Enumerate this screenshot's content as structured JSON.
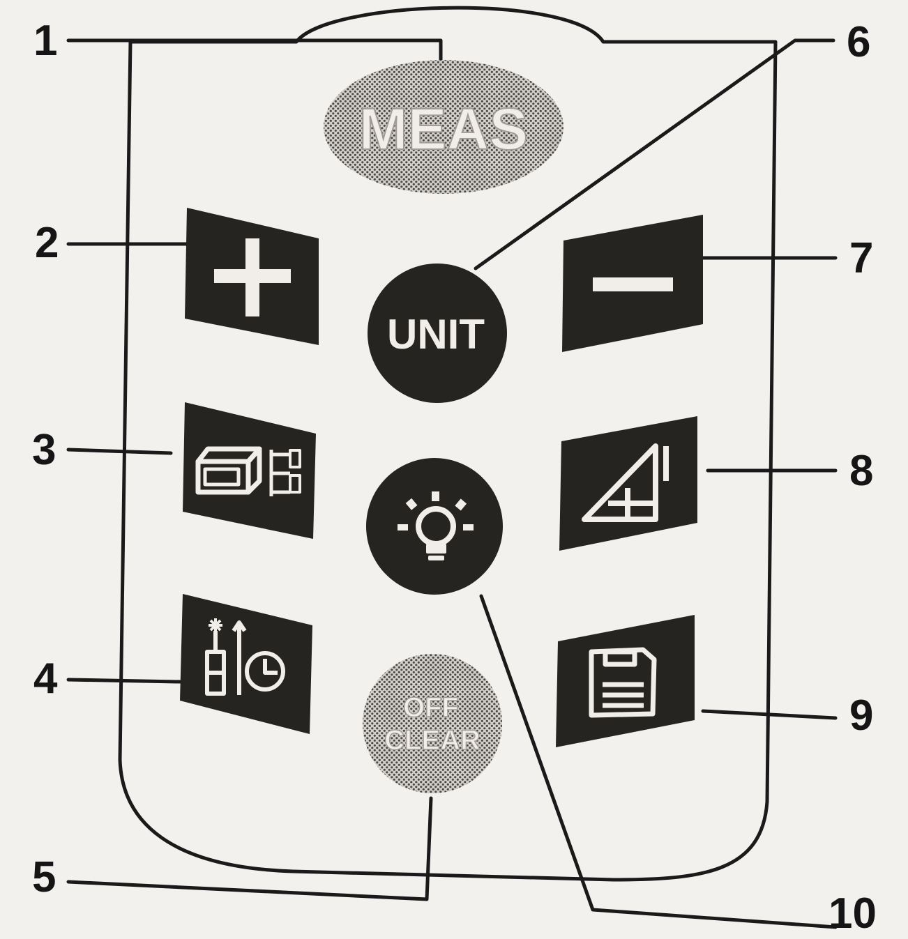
{
  "diagram": {
    "colors": {
      "ink": "#151515",
      "key": "#262421",
      "paper": "#f3f1ee",
      "icon": "#f1eee9",
      "stipple_dark": "#4a4846",
      "stipple_light": "#d4d0cb"
    },
    "callouts": [
      {
        "number": "1",
        "target": "meas-button"
      },
      {
        "number": "2",
        "target": "plus-button"
      },
      {
        "number": "3",
        "target": "area-volume-button"
      },
      {
        "number": "4",
        "target": "timer-reference-button"
      },
      {
        "number": "5",
        "target": "off-clear-button"
      },
      {
        "number": "6",
        "target": "unit-button"
      },
      {
        "number": "7",
        "target": "minus-button"
      },
      {
        "number": "8",
        "target": "pythagoras-button"
      },
      {
        "number": "9",
        "target": "memory-button"
      },
      {
        "number": "10",
        "target": "backlight-button"
      }
    ],
    "buttons": {
      "meas": {
        "label": "MEAS"
      },
      "unit": {
        "label": "UNIT"
      },
      "off_clear": {
        "label_line1": "OFF",
        "label_line2": "CLEAR"
      },
      "plus": {
        "icon": "plus-icon"
      },
      "minus": {
        "icon": "minus-icon"
      },
      "area_volume": {
        "icon": "area-volume-icon"
      },
      "pythagoras": {
        "icon": "triangle-icon"
      },
      "timer_reference": {
        "icon": "timer-reference-icon"
      },
      "memory": {
        "icon": "floppy-disk-icon"
      },
      "backlight": {
        "icon": "light-bulb-icon"
      }
    }
  }
}
